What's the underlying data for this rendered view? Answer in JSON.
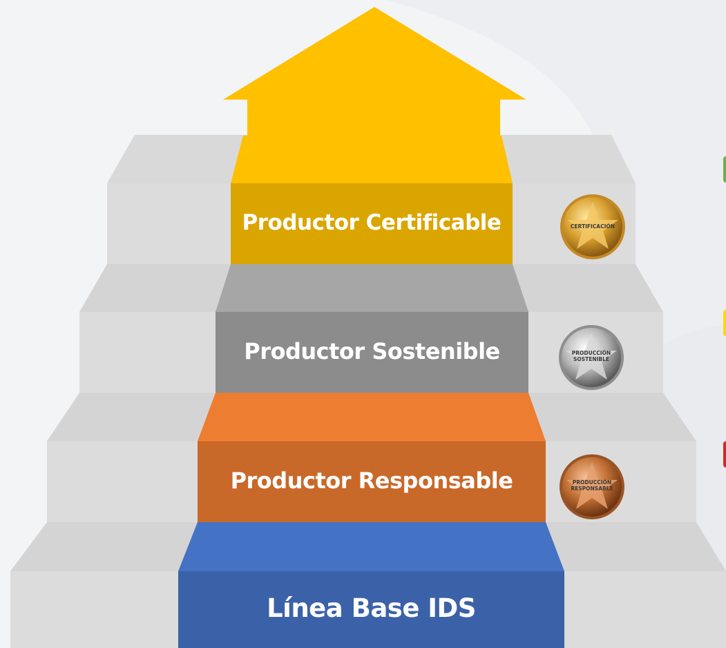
{
  "levels": [
    {
      "label": "Producto​r Certificable",
      "color": "#dba500"
    },
    {
      "label": "Productor Sostenible",
      "color": "#8c8c8c"
    },
    {
      "label": "Productor Responsable",
      "color": "#c8692a"
    },
    {
      "label": "Línea Base IDS",
      "color": "#3b62a8"
    }
  ],
  "medals": [
    {
      "name": "gold-medal-icon",
      "text_line1": "CERTIFICACIÓN",
      "text_line2": ""
    },
    {
      "name": "silver-medal-icon",
      "text_line1": "PRODUCCIÓN",
      "text_line2": "SOSTENIBLE"
    },
    {
      "name": "bronze-medal-icon",
      "text_line1": "PRODUCCIÓN",
      "text_line2": "RESPONSABLE"
    }
  ],
  "colors": {
    "arrow": "#ffc000",
    "stair": "#d9d9d9",
    "tab_green": "#6ab04c",
    "tab_yellow": "#ffd800",
    "tab_red": "#d9261c"
  }
}
